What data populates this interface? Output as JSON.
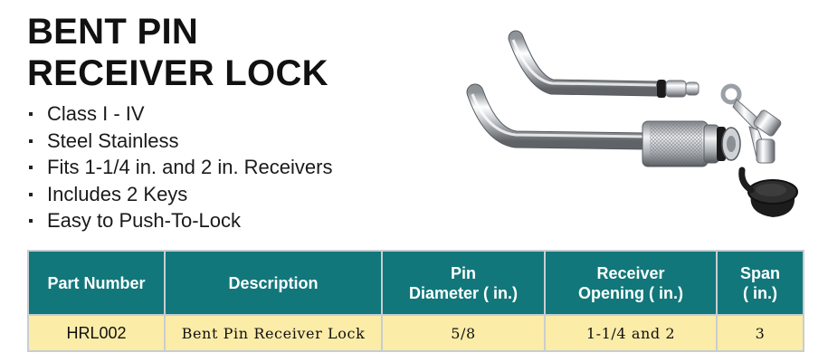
{
  "product": {
    "title_line1": "BENT PIN",
    "title_line2": "RECEIVER LOCK",
    "features": [
      "Class I - IV",
      "Steel Stainless",
      "Fits 1-1/4 in. and 2 in. Receivers",
      "Includes 2 Keys",
      "Easy to Push-To-Lock"
    ],
    "image_icon": "bent-pin-receiver-lock-photo"
  },
  "specs": {
    "headers": {
      "part_number": "Part Number",
      "description": "Description",
      "pin_diameter_l1": "Pin",
      "pin_diameter_l2": "Diameter ( in.)",
      "receiver_opening_l1": "Receiver",
      "receiver_opening_l2": "Opening ( in.)",
      "span_l1": "Span",
      "span_l2": "( in.)"
    },
    "rows": [
      {
        "part_number": "HRL002",
        "description": "Bent Pin Receiver Lock",
        "pin_diameter": "5/8",
        "receiver_opening": "1-1/4 and 2",
        "span": "3"
      }
    ],
    "colors": {
      "header_bg": "#11777a",
      "row_bg": "#fbeca8",
      "border": "#c8cdd0"
    }
  }
}
